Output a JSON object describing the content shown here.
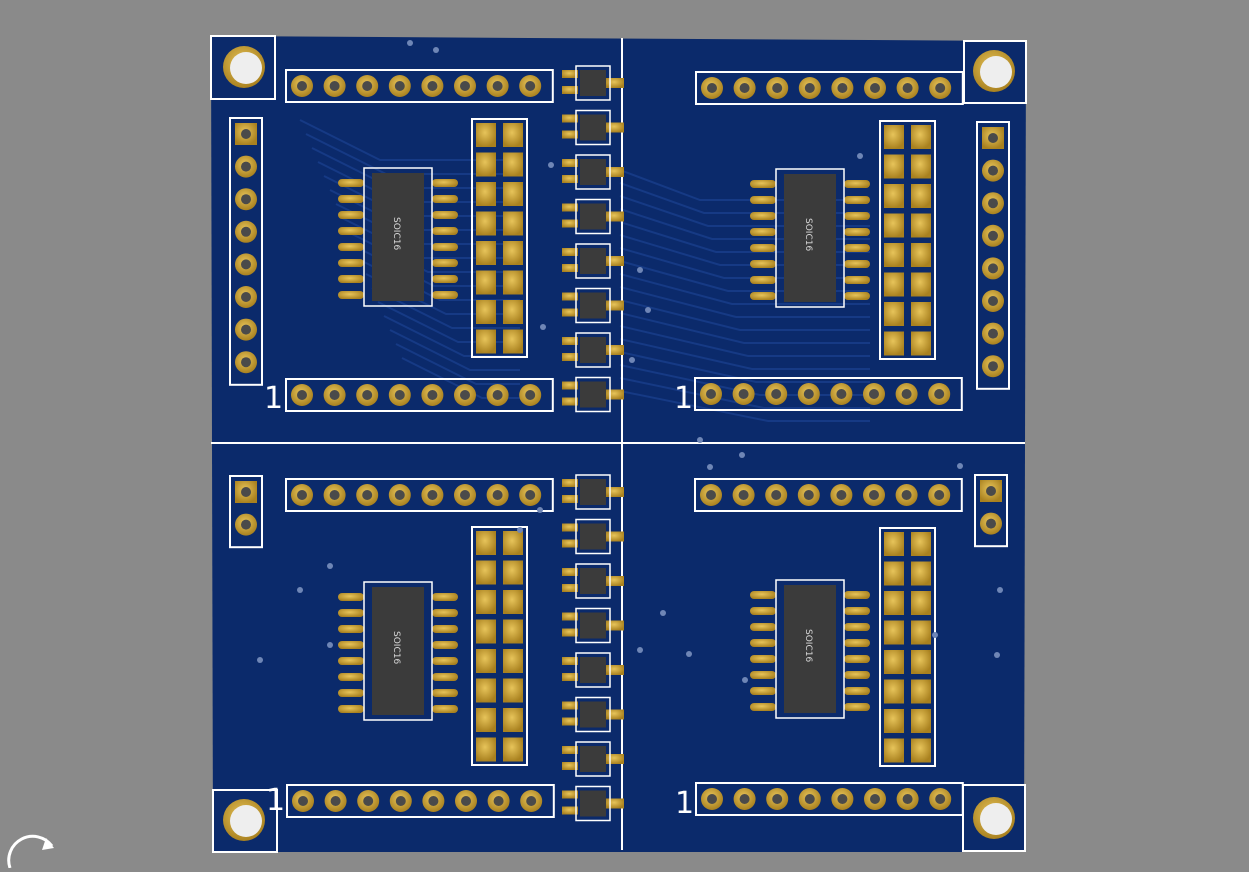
{
  "viewer": {
    "background_color": "#8a8a8a",
    "tool": "rotate-icon"
  },
  "board": {
    "soldermask_color": "#0b2a6b",
    "silkscreen_color": "#ffffff",
    "pad_color": "#c9a13b",
    "ic_color": "#3b3b3b",
    "quadrants": [
      {
        "name": "top-left",
        "ic_label": "SOIC16",
        "pin1_label": "1"
      },
      {
        "name": "top-right",
        "ic_label": "SOIC16",
        "pin1_label": "1"
      },
      {
        "name": "bottom-left",
        "ic_label": "SOIC16",
        "pin1_label": ""
      },
      {
        "name": "bottom-right",
        "ic_label": "SOIC16",
        "pin1_label": "1"
      }
    ],
    "extra_labels": [
      "1"
    ]
  }
}
